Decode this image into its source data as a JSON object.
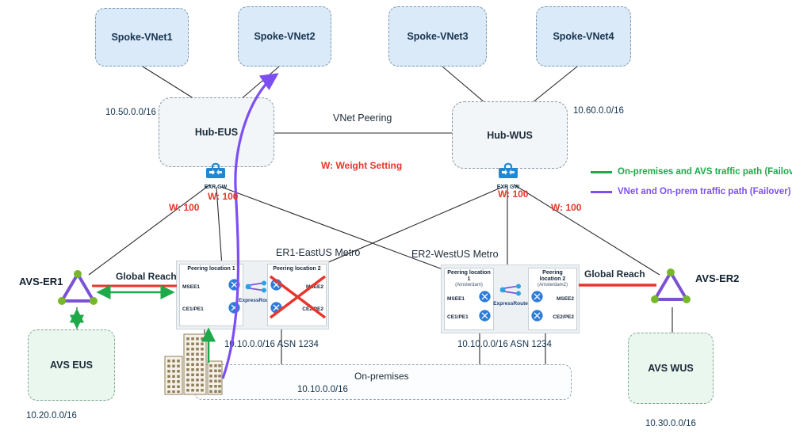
{
  "spokes": [
    {
      "label": "Spoke-VNet1"
    },
    {
      "label": "Spoke-VNet2"
    },
    {
      "label": "Spoke-VNet3"
    },
    {
      "label": "Spoke-VNet4"
    }
  ],
  "hubs": {
    "eus": {
      "label": "Hub-EUS",
      "cidr": "10.50.0.0/16",
      "gw": "EXR GW"
    },
    "wus": {
      "label": "Hub-WUS",
      "cidr": "10.60.0.0/16",
      "gw": "EXR GW"
    },
    "peering_label": "VNet Peering"
  },
  "annotations": {
    "weight_setting": "W: Weight Setting",
    "w100": "W: 100",
    "global_reach_left": "Global Reach",
    "global_reach_right": "Global Reach"
  },
  "legend": {
    "items": [
      {
        "label": "On-premises and AVS traffic path (Failover)",
        "color": "#1ea94a"
      },
      {
        "label": "VNet and On-prem traffic path (Failover)",
        "color": "#7d4ff3"
      }
    ]
  },
  "metros": [
    {
      "title": "ER1-EastUS Metro",
      "asn_label": "10.10.0.0/16 ASN 1234",
      "er_label": "ExpressRoute",
      "pl1": {
        "title": "Peering location 1",
        "rows": [
          {
            "label": "MSEE1"
          },
          {
            "label": "CE1/PE1"
          }
        ]
      },
      "pl2": {
        "title": "Peering location 2",
        "rows": [
          {
            "label": "MSEE2"
          },
          {
            "label": "CE2/PE2"
          }
        ]
      },
      "failed_location": "Peering location 2"
    },
    {
      "title": "ER2-WestUS Metro",
      "asn_label": "10.10.0.0/16 ASN 1234",
      "er_label": "ExpressRoute",
      "pl1": {
        "title": "Peering location 1",
        "subtitle": "(Amsterdam)",
        "rows": [
          {
            "label": "MSEE1"
          },
          {
            "label": "CE1/PE1"
          }
        ]
      },
      "pl2": {
        "title": "Peering location 2",
        "subtitle": "(Amsterdam2)",
        "rows": [
          {
            "label": "MSEE2"
          },
          {
            "label": "CE2/PE2"
          }
        ]
      }
    }
  ],
  "avs": {
    "er1_label": "AVS-ER1",
    "er2_label": "AVS-ER2",
    "eus": {
      "label": "AVS EUS",
      "cidr": "10.20.0.0/16"
    },
    "wus": {
      "label": "AVS WUS",
      "cidr": "10.30.0.0/16"
    }
  },
  "onprem": {
    "label": "On-premises",
    "cidr": "10.10.0.0/16"
  }
}
